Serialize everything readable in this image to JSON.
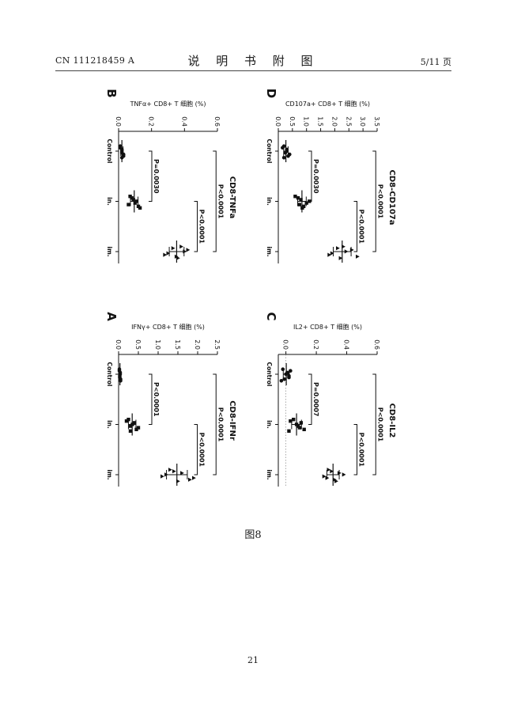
{
  "header": {
    "patent_number": "CN 111218459 A",
    "section_title": "说 明 书 附 图",
    "page_indicator": "5/11 页"
  },
  "figure_caption": "图8",
  "page_number": "21",
  "categories": [
    "Control",
    "in.",
    "im."
  ],
  "panels": [
    {
      "id": "B",
      "letter": "B",
      "title": "CD8-TNFa",
      "ylabel": "TNFα+ CD8+ T 细胞 (%)",
      "yticks": [
        "0.6",
        "0.4",
        "0.2",
        "0.0"
      ],
      "p_values": [
        "P=0.0030",
        "P<0.0001",
        "P<0.0001"
      ]
    },
    {
      "id": "D",
      "letter": "D",
      "title": "CD8-CD107a",
      "ylabel": "CD107a+ CD8+ T 细胞 (%)",
      "yticks": [
        "3.5",
        "3.0",
        "2.5",
        "2.0",
        "1.5",
        "1.0",
        "0.5",
        "0.0"
      ],
      "p_values": [
        "P=0.0030",
        "P<0.0001",
        "P<0.0001"
      ]
    },
    {
      "id": "A",
      "letter": "A",
      "title": "CD8-IFNr",
      "ylabel": "IFNγ+ CD8+ T 细胞 (%)",
      "yticks": [
        "2.5",
        "2.0",
        "1.5",
        "1.0",
        "0.5",
        "0.0"
      ],
      "p_values": [
        "P<0.0001",
        "P<0.0001",
        "P<0.0001"
      ]
    },
    {
      "id": "C",
      "letter": "C",
      "title": "CD8-IL2",
      "ylabel": "IL2+ CD8+ T 细胞 (%)",
      "yticks": [
        "0.6",
        "0.4",
        "0.2",
        "0.0"
      ],
      "p_values": [
        "P=0.0007",
        "P<0.0001",
        "P<0.0001"
      ]
    }
  ],
  "chart_data": [
    {
      "type": "scatter",
      "title": "CD8-TNFa",
      "ylabel": "TNFα+ CD8+ T 细胞 (%)",
      "ylim": [
        0,
        0.6
      ],
      "categories": [
        "Control",
        "in.",
        "im."
      ],
      "series": [
        {
          "values": [
            0.01,
            0.02,
            0.02,
            0.03,
            0.01,
            0.02,
            0.03,
            0.02
          ]
        },
        {
          "values": [
            0.07,
            0.09,
            0.1,
            0.12,
            0.08,
            0.11,
            0.06,
            0.13
          ]
        },
        {
          "values": [
            0.38,
            0.42,
            0.3,
            0.35,
            0.33,
            0.4,
            0.28,
            0.36
          ]
        }
      ]
    },
    {
      "type": "scatter",
      "title": "CD8-CD107a",
      "ylabel": "CD107a+ CD8+ T 细胞 (%)",
      "ylim": [
        0,
        3.5
      ],
      "categories": [
        "Control",
        "in.",
        "im."
      ],
      "series": [
        {
          "values": [
            0.2,
            0.3,
            0.25,
            0.35,
            0.15,
            0.3,
            0.4,
            0.2
          ]
        },
        {
          "values": [
            0.6,
            0.8,
            1.0,
            0.9,
            0.7,
            1.1,
            0.75,
            0.85
          ]
        },
        {
          "values": [
            2.3,
            2.6,
            1.9,
            2.8,
            2.1,
            2.4,
            1.8,
            2.2
          ]
        }
      ]
    },
    {
      "type": "scatter",
      "title": "CD8-IFNr",
      "ylabel": "IFNγ+ CD8+ T 细胞 (%)",
      "ylim": [
        0,
        2.5
      ],
      "categories": [
        "Control",
        "in.",
        "im."
      ],
      "series": [
        {
          "values": [
            0.02,
            0.04,
            0.03,
            0.05,
            0.02,
            0.04,
            0.03,
            0.05
          ]
        },
        {
          "values": [
            0.25,
            0.4,
            0.3,
            0.45,
            0.2,
            0.35,
            0.5,
            0.3
          ]
        },
        {
          "values": [
            1.3,
            1.6,
            1.1,
            1.8,
            1.4,
            1.2,
            1.9,
            1.5
          ]
        }
      ]
    },
    {
      "type": "scatter",
      "title": "CD8-IL2",
      "ylabel": "IL2+ CD8+ T 细胞 (%)",
      "ylim": [
        -0.05,
        0.6
      ],
      "categories": [
        "Control",
        "in.",
        "im."
      ],
      "series": [
        {
          "values": [
            -0.02,
            0.01,
            0.02,
            -0.01,
            0.03,
            0.0,
            0.02,
            -0.03
          ]
        },
        {
          "values": [
            0.05,
            0.1,
            0.08,
            0.12,
            0.03,
            0.07,
            0.09,
            0.02
          ]
        },
        {
          "values": [
            0.28,
            0.35,
            0.25,
            0.32,
            0.3,
            0.38,
            0.27,
            0.33
          ]
        }
      ]
    }
  ]
}
